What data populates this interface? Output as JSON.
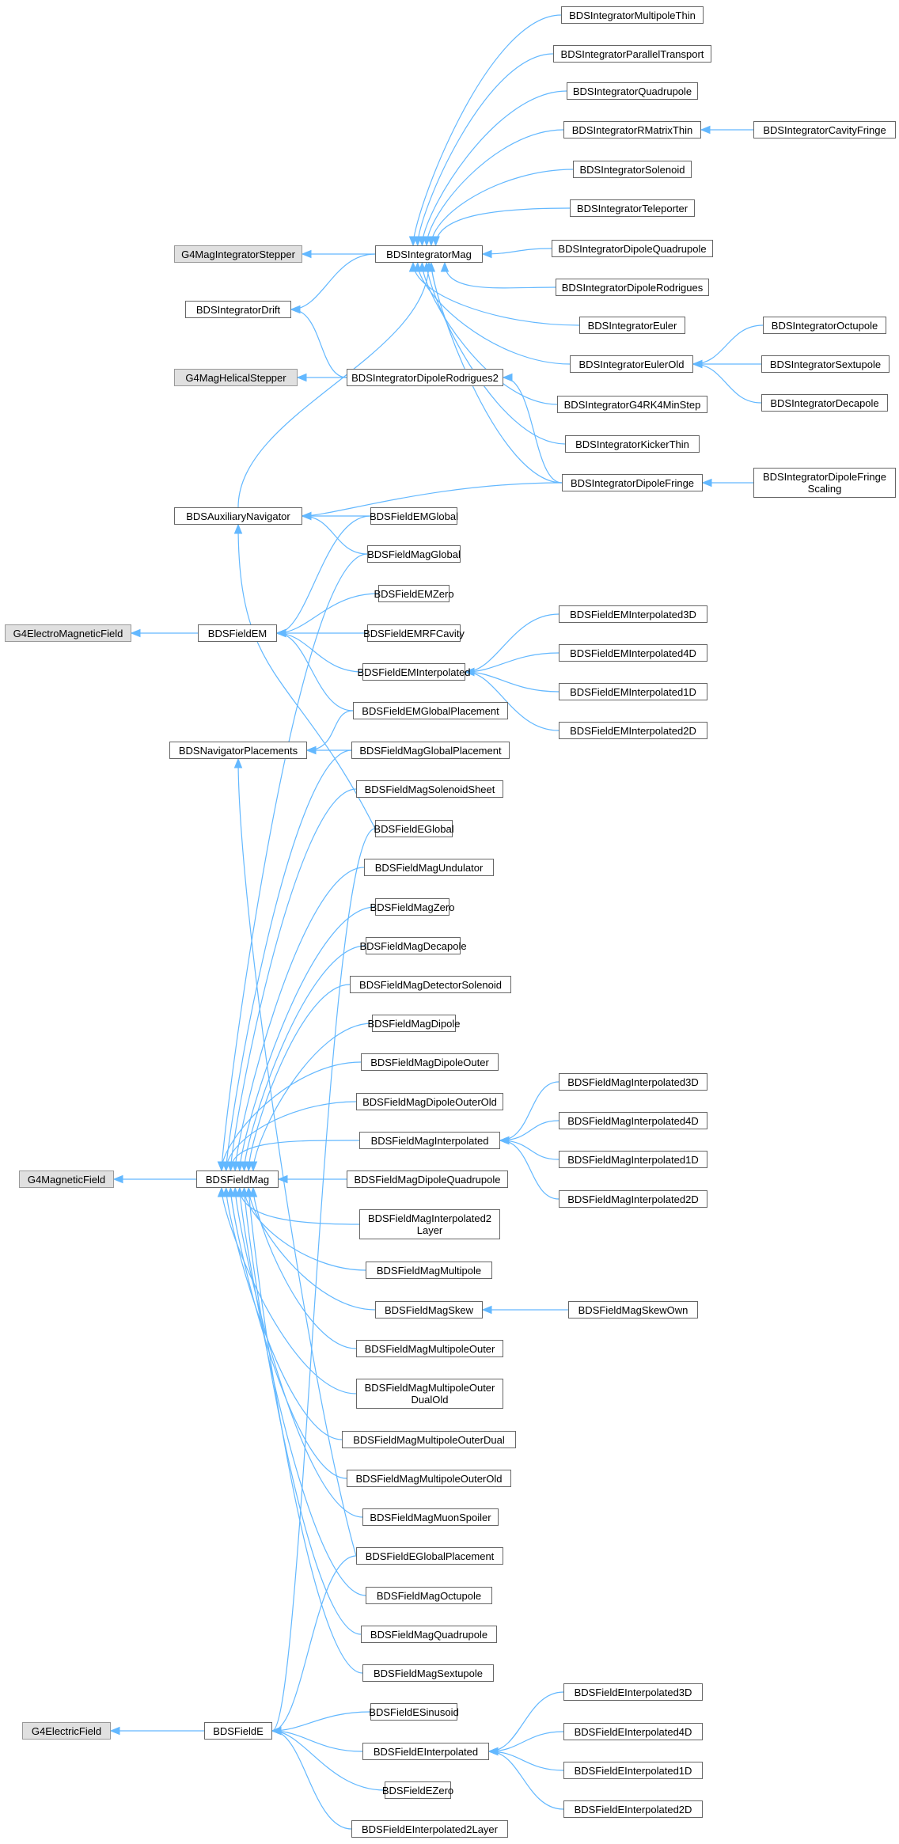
{
  "colors": {
    "edge": "#63b8ff",
    "node_border": "#666666",
    "external_fill": "#e0e0e0",
    "node_fill": "#ffffff"
  },
  "nodes": {
    "rk4": "BDSIntegratorMultipoleThin",
    "pt": "BDSIntegratorParallelTransport",
    "quad": "BDSIntegratorQuadrupole",
    "rmat": "BDSIntegratorRMatrixThin",
    "cavf": "BDSIntegratorCavityFringe",
    "sol": "BDSIntegratorSolenoid",
    "tel": "BDSIntegratorTeleporter",
    "g4mis": "G4MagIntegratorStepper",
    "mag": "BDSIntegratorMag",
    "dq": "BDSIntegratorDipoleQuadrupole",
    "dr": "BDSIntegratorDipoleRodrigues",
    "drift": "BDSIntegratorDrift",
    "euler": "BDSIntegratorEuler",
    "eulerold": "BDSIntegratorEulerOld",
    "oct": "BDSIntegratorOctupole",
    "g4hel": "G4MagHelicalStepper",
    "dr2": "BDSIntegratorDipoleRodrigues2",
    "sext": "BDSIntegratorSextupole",
    "dec": "BDSIntegratorDecapole",
    "g4rk": "BDSIntegratorG4RK4MinStep",
    "kick": "BDSIntegratorKickerThin",
    "dfr": "BDSIntegratorDipoleFringe",
    "dfrs": "BDSIntegratorDipoleFringe\nScaling",
    "aux": "BDSAuxiliaryNavigator",
    "emg": "BDSFieldEMGlobal",
    "magg": "BDSFieldMagGlobal",
    "emzero": "BDSFieldEMZero",
    "g4em": "G4ElectroMagneticField",
    "fem": "BDSFieldEM",
    "emrf": "BDSFieldEMRFCavity",
    "emi": "BDSFieldEMInterpolated",
    "emi3": "BDSFieldEMInterpolated3D",
    "emi4": "BDSFieldEMInterpolated4D",
    "emi1": "BDSFieldEMInterpolated1D",
    "emi2": "BDSFieldEMInterpolated2D",
    "emgp": "BDSFieldEMGlobalPlacement",
    "navp": "BDSNavigatorPlacements",
    "maggp": "BDSFieldMagGlobalPlacement",
    "magss": "BDSFieldMagSolenoidSheet",
    "eg": "BDSFieldEGlobal",
    "und": "BDSFieldMagUndulator",
    "mzero": "BDSFieldMagZero",
    "mdec": "BDSFieldMagDecapole",
    "mdet": "BDSFieldMagDetectorSolenoid",
    "mdip": "BDSFieldMagDipole",
    "mdo": "BDSFieldMagDipoleOuter",
    "mdoo": "BDSFieldMagDipoleOuterOld",
    "mi": "BDSFieldMagInterpolated",
    "mi3": "BDSFieldMagInterpolated3D",
    "mi4": "BDSFieldMagInterpolated4D",
    "mi1": "BDSFieldMagInterpolated1D",
    "mi2": "BDSFieldMagInterpolated2D",
    "g4mag": "G4MagneticField",
    "fmag": "BDSFieldMag",
    "mdq": "BDSFieldMagDipoleQuadrupole",
    "mi2l": "BDSFieldMagInterpolated2\nLayer",
    "mmul": "BDSFieldMagMultipole",
    "mskew": "BDSFieldMagSkew",
    "mskewown": "BDSFieldMagSkewOwn",
    "mmo": "BDSFieldMagMultipoleOuter",
    "mmodo": "BDSFieldMagMultipoleOuter\nDualOld",
    "mmod": "BDSFieldMagMultipoleOuterDual",
    "mmoo": "BDSFieldMagMultipoleOuterOld",
    "mmuon": "BDSFieldMagMuonSpoiler",
    "egp": "BDSFieldEGlobalPlacement",
    "moct": "BDSFieldMagOctupole",
    "mquad": "BDSFieldMagQuadrupole",
    "msext": "BDSFieldMagSextupole",
    "esin": "BDSFieldESinusoid",
    "g4e": "G4ElectricField",
    "fe": "BDSFieldE",
    "ei": "BDSFieldEInterpolated",
    "ei3": "BDSFieldEInterpolated3D",
    "ei4": "BDSFieldEInterpolated4D",
    "ei1": "BDSFieldEInterpolated1D",
    "ei2": "BDSFieldEInterpolated2D",
    "ezero": "BDSFieldEZero",
    "ei2l": "BDSFieldEInterpolated2Layer"
  }
}
